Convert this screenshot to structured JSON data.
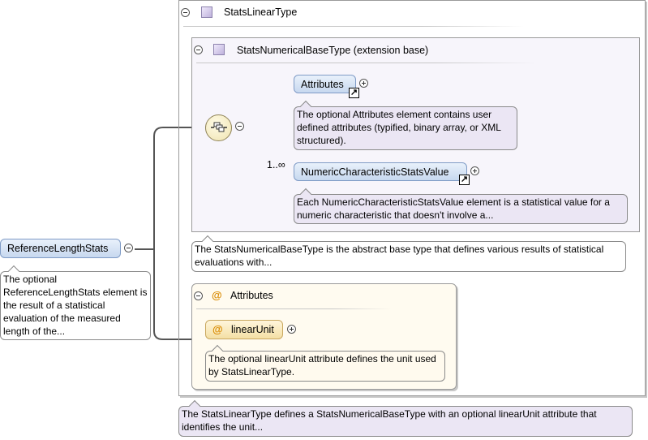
{
  "root_element": {
    "label": "ReferenceLengthStats",
    "description": "The optional ReferenceLengthStats element is the result of a statistical evaluation of the measured length of the..."
  },
  "type_box": {
    "title": "StatsLinearType",
    "description": "The StatsLinearType defines a StatsNumericalBaseType with an optional linearUnit attribute that identifies the unit..."
  },
  "base_box": {
    "title": "StatsNumericalBaseType (extension base)",
    "description": "The StatsNumericalBaseType is the abstract base type that defines various results of statistical evaluations with...",
    "children": [
      {
        "label": "Attributes",
        "cardinality": "",
        "description": "The optional Attributes element contains user defined attributes (typified, binary array, or XML structured)."
      },
      {
        "label": "NumericCharacteristicStatsValue",
        "cardinality": "1..∞",
        "description": "Each NumericCharacteristicStatsValue element is a statistical value for a numeric characteristic that doesn't involve a..."
      }
    ]
  },
  "attributes_box": {
    "title": "Attributes",
    "attribute": {
      "label": "linearUnit",
      "description": "The optional linearUnit attribute defines the unit used by StatsLinearType."
    }
  },
  "glyphs": {
    "collapse": "−",
    "expand": "+",
    "shortcut_arrow": "↗",
    "attribute_symbol": "@"
  },
  "colors": {
    "element_fill": "#c7d8ef",
    "attribute_fill": "#f4dfa4",
    "note_fill": "#ebe6f4",
    "connector": "#555555"
  }
}
